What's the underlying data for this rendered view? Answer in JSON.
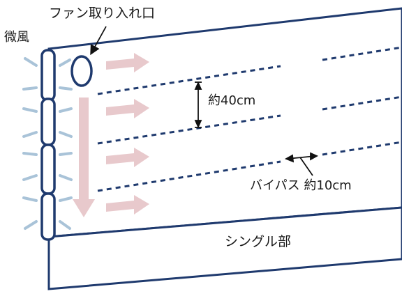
{
  "labels": {
    "fan_intake": "ファン取り入れ口",
    "breeze": "微風",
    "gap": "約40cm",
    "bypass": "バイパス 約10cm",
    "single": "シングル部"
  },
  "colors": {
    "line": "#1f3a6e",
    "panel_fill": "#ffffff",
    "arrow_pink": "#e8c9cc",
    "arrow_blue": "#a9c3d8",
    "text": "#1a1a1a"
  }
}
